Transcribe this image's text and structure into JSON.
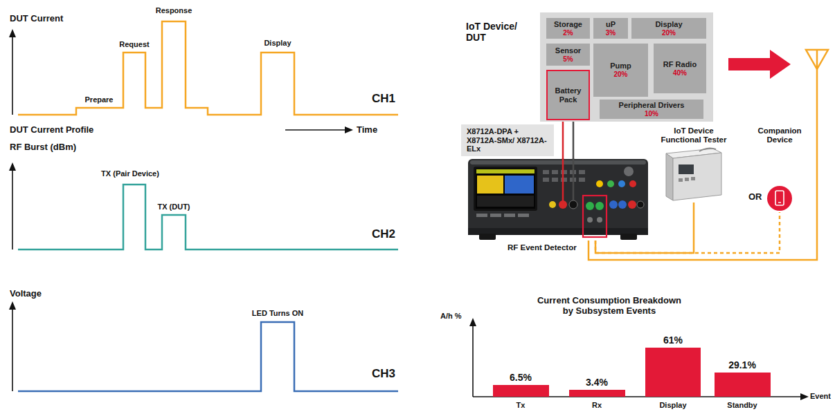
{
  "diagram": {
    "nodes": [
      {
        "text": [
          "IoT Device/ DUT"
        ]
      },
      {
        "text": [
          "Storage",
          "2%"
        ],
        "in": 0
      },
      {
        "text": [
          "uP",
          "3%"
        ],
        "in": 0
      },
      {
        "text": [
          "Display",
          "20%"
        ],
        "in": 0
      },
      {
        "text": [
          "Sensor",
          "5%"
        ],
        "in": 0
      },
      {
        "text": [
          "Pump",
          "20%"
        ],
        "in": 0
      },
      {
        "text": [
          "RF Radio",
          "40%"
        ],
        "in": 0
      },
      {
        "text": [
          "Battery Pack"
        ],
        "in": 0
      },
      {
        "text": [
          "Peripheral Drivers",
          "10%"
        ],
        "in": 0
      },
      {
        "text": [
          "X8712A-DPA + X8712A-SMx/ X8712A-ELx"
        ]
      },
      {
        "text": [
          "RF Event Detector"
        ]
      },
      {
        "text": [
          "IoT Device Functional Tester"
        ]
      },
      {
        "text": [
          "Companion Device"
        ]
      }
    ],
    "edges": [
      {
        "from": 7,
        "to": 10,
        "arrow": "none"
      },
      {
        "from": 7,
        "to": 10,
        "arrow": "none"
      },
      {
        "from": 10,
        "to": 11,
        "arrow": "none"
      },
      {
        "from": 10,
        "to": 12,
        "arrow": "none"
      }
    ],
    "labels": [
      "DUT Current",
      "Prepare",
      "Request",
      "Response",
      "Display",
      "CH1",
      "DUT Current Profile",
      "Time",
      "RF Burst (dBm)",
      "TX (Pair Device)",
      "TX (DUT)",
      "CH2",
      "Voltage",
      "LED Turns ON",
      "CH3",
      "OR",
      "Current Consumption Breakdown by Subsystem Events",
      "A/h %",
      "6.5%",
      "3.4%",
      "61%",
      "29.1%",
      "Tx",
      "Rx",
      "Display",
      "Standby",
      "Event"
    ]
  }
}
